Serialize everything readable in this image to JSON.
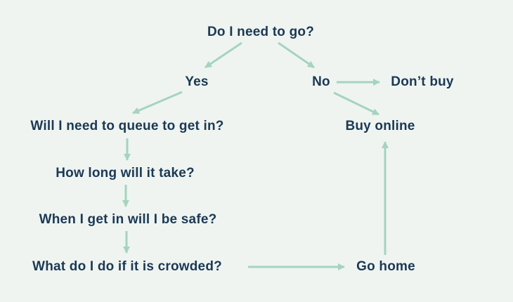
{
  "diagram": {
    "background_color": "#eff4f1",
    "text_color": "#1b3954",
    "arrow_color": "#a5d4be",
    "nodes": [
      {
        "id": "root",
        "label": "Do I need to go?"
      },
      {
        "id": "yes",
        "label": "Yes"
      },
      {
        "id": "no",
        "label": "No"
      },
      {
        "id": "dont-buy",
        "label": "Don’t buy"
      },
      {
        "id": "queue",
        "label": "Will I need to queue to get in?"
      },
      {
        "id": "buy-online",
        "label": "Buy online"
      },
      {
        "id": "how-long",
        "label": "How long will it take?"
      },
      {
        "id": "safe",
        "label": "When I get in will I be safe?"
      },
      {
        "id": "crowded",
        "label": "What do I do if it is crowded?"
      },
      {
        "id": "go-home",
        "label": "Go home"
      }
    ],
    "edges": [
      {
        "from": "root",
        "to": "yes"
      },
      {
        "from": "root",
        "to": "no"
      },
      {
        "from": "no",
        "to": "dont-buy"
      },
      {
        "from": "yes",
        "to": "queue"
      },
      {
        "from": "no",
        "to": "buy-online"
      },
      {
        "from": "queue",
        "to": "how-long"
      },
      {
        "from": "how-long",
        "to": "safe"
      },
      {
        "from": "safe",
        "to": "crowded"
      },
      {
        "from": "crowded",
        "to": "go-home"
      },
      {
        "from": "go-home",
        "to": "buy-online"
      }
    ]
  }
}
